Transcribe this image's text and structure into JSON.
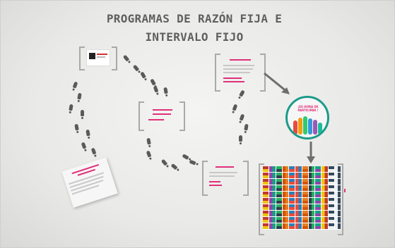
{
  "title": {
    "line1": "PROGRAMAS DE RAZÓN FIJA E",
    "line2": "INTERVALO FIJO"
  },
  "circle_text": "¡ES HORA DE\nPARTICIPAR !",
  "colors": {
    "accent_pink": "#e0307a",
    "teal": "#1a9b8a",
    "title_gray": "#5f5f5f",
    "arrow_gray": "#6e6e6e"
  }
}
